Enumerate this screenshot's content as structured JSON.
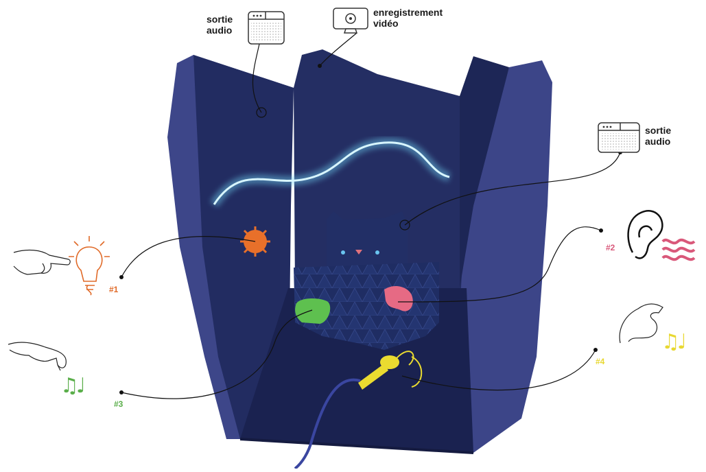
{
  "labels": {
    "audio_out_top": [
      "sortie",
      "audio"
    ],
    "video_recording": [
      "enregistrement",
      "vidéo"
    ],
    "audio_out_right": [
      "sortie",
      "audio"
    ]
  },
  "sensors": [
    {
      "number": "#1",
      "color": "#e06a28",
      "icon": "light-bulb-icon",
      "gesture": "pointing-hand-icon"
    },
    {
      "number": "#2",
      "color": "#d9587a",
      "icon": "ear-icon",
      "feedback": "waves-icon"
    },
    {
      "number": "#3",
      "color": "#5aae4a",
      "icon": "music-notes-icon",
      "gesture": "pressing-hand-icon"
    },
    {
      "number": "#4",
      "color": "#e8d832",
      "icon": "music-notes-icon",
      "gesture": "pinching-hand-icon"
    }
  ],
  "notes_glyphs": "♫♩",
  "colors": {
    "tent_outer": "#3b4486",
    "tent_inner": "#202a5c",
    "cushion": "#1e2c62",
    "glow": "#7fd7f2"
  }
}
